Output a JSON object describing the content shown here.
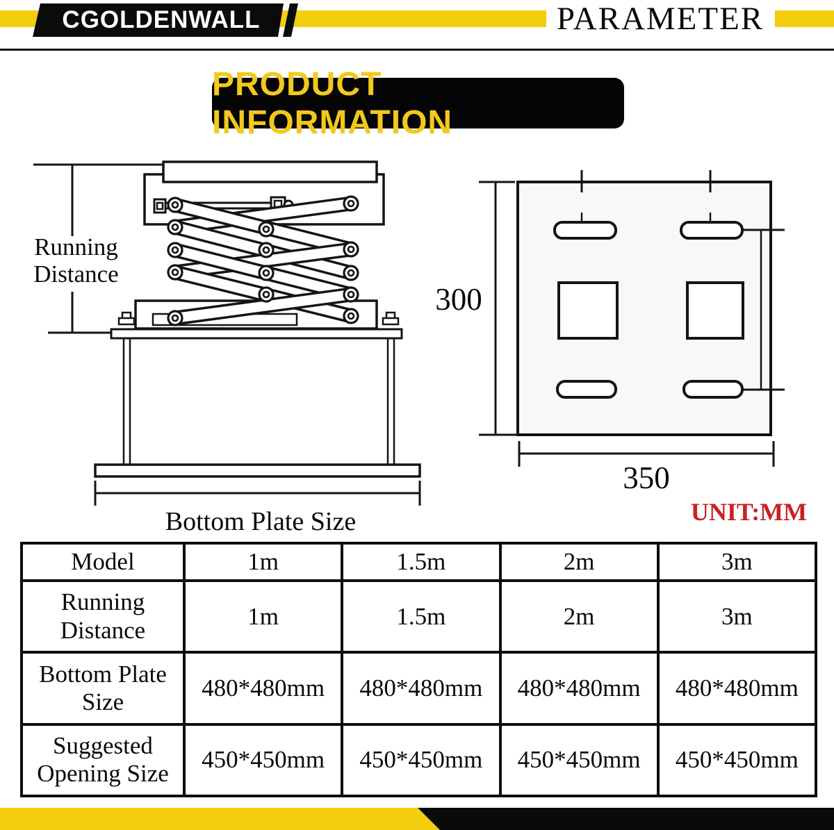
{
  "header": {
    "brand": "CGOLDENWALL",
    "title": "PARAMETER"
  },
  "banner": {
    "title": "PRODUCT INFORMATION"
  },
  "left_diagram": {
    "running_distance_label": "Running Distance",
    "bottom_plate_label": "Bottom Plate Size"
  },
  "right_diagram": {
    "height_dim": "300",
    "width_dim": "350",
    "unit_label": "UNIT:MM"
  },
  "spec_table": {
    "rows": [
      {
        "label": "Model",
        "values": [
          "1m",
          "1.5m",
          "2m",
          "3m"
        ]
      },
      {
        "label": "Running Distance",
        "values": [
          "1m",
          "1.5m",
          "2m",
          "3m"
        ]
      },
      {
        "label": "Bottom Plate Size",
        "values": [
          "480*480mm",
          "480*480mm",
          "480*480mm",
          "480*480mm"
        ]
      },
      {
        "label": "Suggested Opening Size",
        "values": [
          "450*450mm",
          "450*450mm",
          "450*450mm",
          "450*450mm"
        ]
      }
    ]
  },
  "colors": {
    "accent_yellow": "#F2CE0D",
    "note_red": "#C92222",
    "ink": "#111111"
  }
}
